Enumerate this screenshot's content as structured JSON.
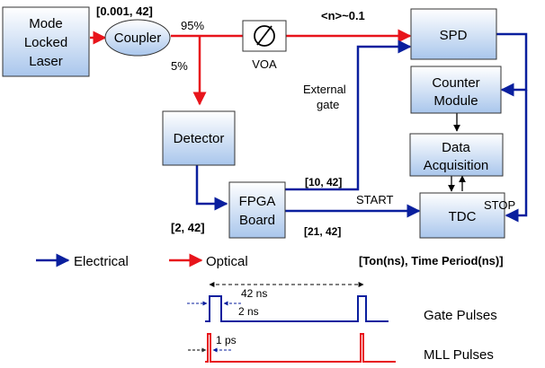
{
  "blocks": {
    "laser": [
      "Mode",
      "Locked",
      "Laser"
    ],
    "coupler": "Coupler",
    "voa": "VOA",
    "spd": "SPD",
    "detector": "Detector",
    "counter": [
      "Counter",
      "Module"
    ],
    "daq": [
      "Data",
      "Acquisition"
    ],
    "fpga": [
      "FPGA",
      "Board"
    ],
    "tdc": "TDC"
  },
  "labels": {
    "coupler_param": "[0.001, 42]",
    "split_95": "95%",
    "split_5": "5%",
    "photon_number": "<n>~0.1",
    "external_gate": [
      "External",
      "gate"
    ],
    "fpga_out_param": "[10, 42]",
    "start": "START",
    "stop": "STOP",
    "fpga_in_param": "[2, 42]",
    "tdc_param": "[21, 42]"
  },
  "legend": {
    "electrical": "Electrical",
    "optical": "Optical",
    "format": "[Ton(ns), Time Period(ns)]"
  },
  "timing": {
    "period": "42 ns",
    "gate_width": "2 ns",
    "gate_label": "Gate Pulses",
    "mll_width": "1 ps",
    "mll_label": "MLL Pulses"
  },
  "colors": {
    "electrical": "#0a1f9e",
    "optical": "#e8141b",
    "block_top": "#ffffff",
    "block_bottom": "#a9c6ec",
    "block_border": "#333333"
  }
}
